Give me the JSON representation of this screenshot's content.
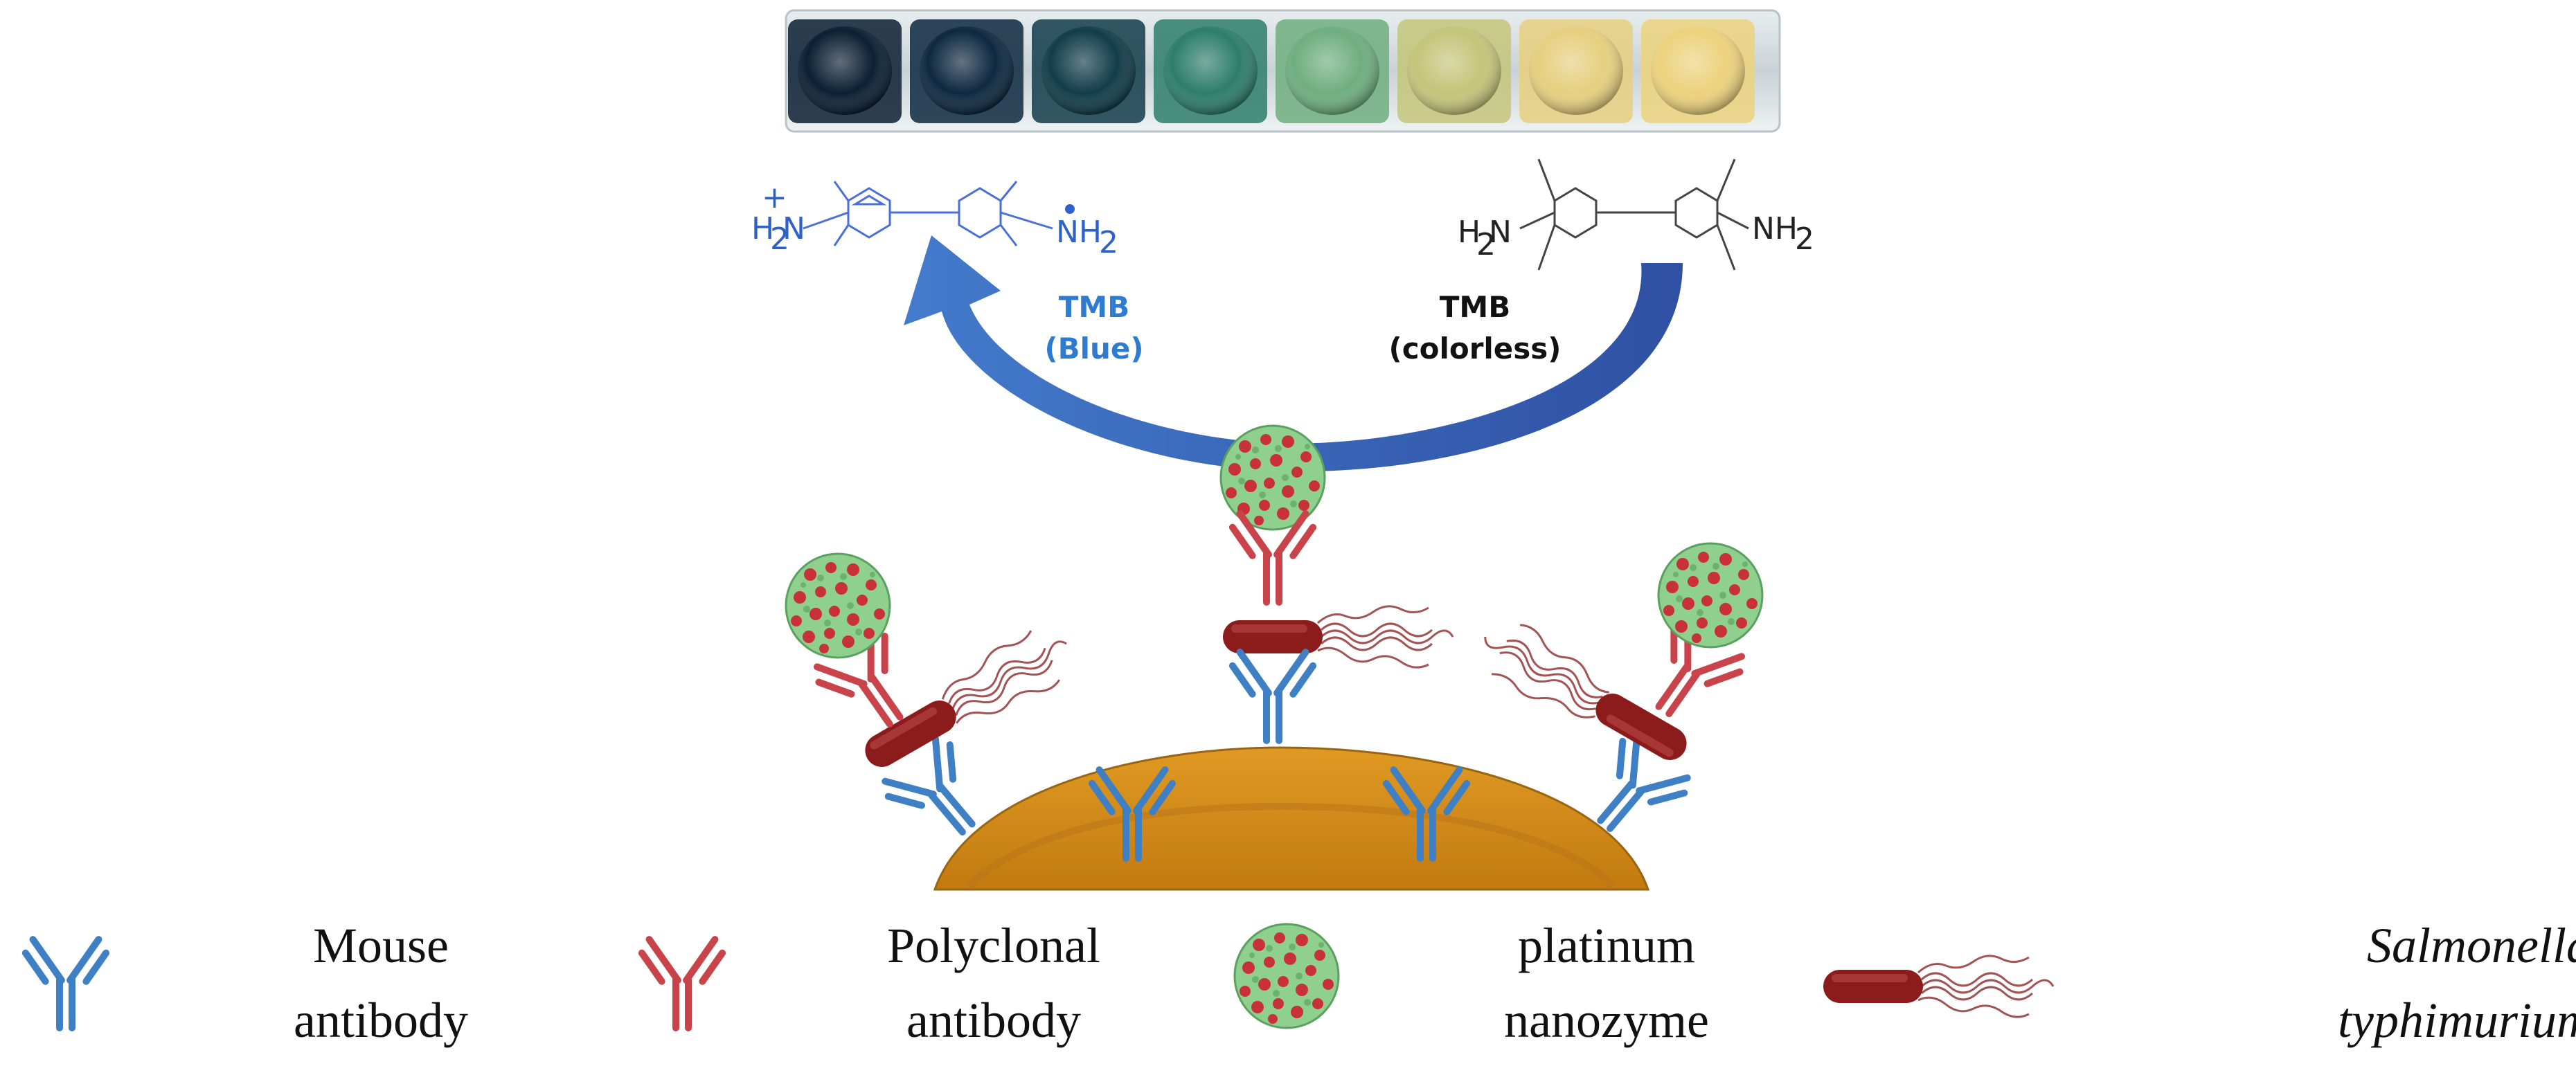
{
  "tmb_oxidized": {
    "name": "TMB",
    "state": "(Blue)",
    "left_group_base": "H",
    "left_group_sub": "2",
    "left_group_atom": "N",
    "left_charge": "+",
    "right_group_atom": "NH",
    "right_group_sub": "2",
    "color": "#2f62c8"
  },
  "tmb_reduced": {
    "name": "TMB",
    "state": "(colorless)",
    "left_group_base": "H",
    "left_group_sub": "2",
    "left_group_atom": "N",
    "right_group_atom": "NH",
    "right_group_sub": "2",
    "color": "#222222"
  },
  "well_colors": [
    "#0b1f33",
    "#0d2840",
    "#123c4a",
    "#2e7e6a",
    "#6fae7e",
    "#c4c57a",
    "#e6cf7f",
    "#ecd27d"
  ],
  "legend": {
    "mouse": {
      "line1": "Mouse",
      "line2": "antibody",
      "color": "#3f7fc4"
    },
    "polyclonal": {
      "line1": "Polyclonal",
      "line2": "antibody",
      "color": "#c9434a"
    },
    "nanozyme": {
      "line1": "platinum",
      "line2": "nanozyme",
      "color": "#7cc47f",
      "dot_color": "#c8303a"
    },
    "salmonella": {
      "line1": "Salmonella",
      "line2": "typhimurium",
      "color": "#8c1c1c"
    }
  },
  "substrate_color": "#d48a1a"
}
